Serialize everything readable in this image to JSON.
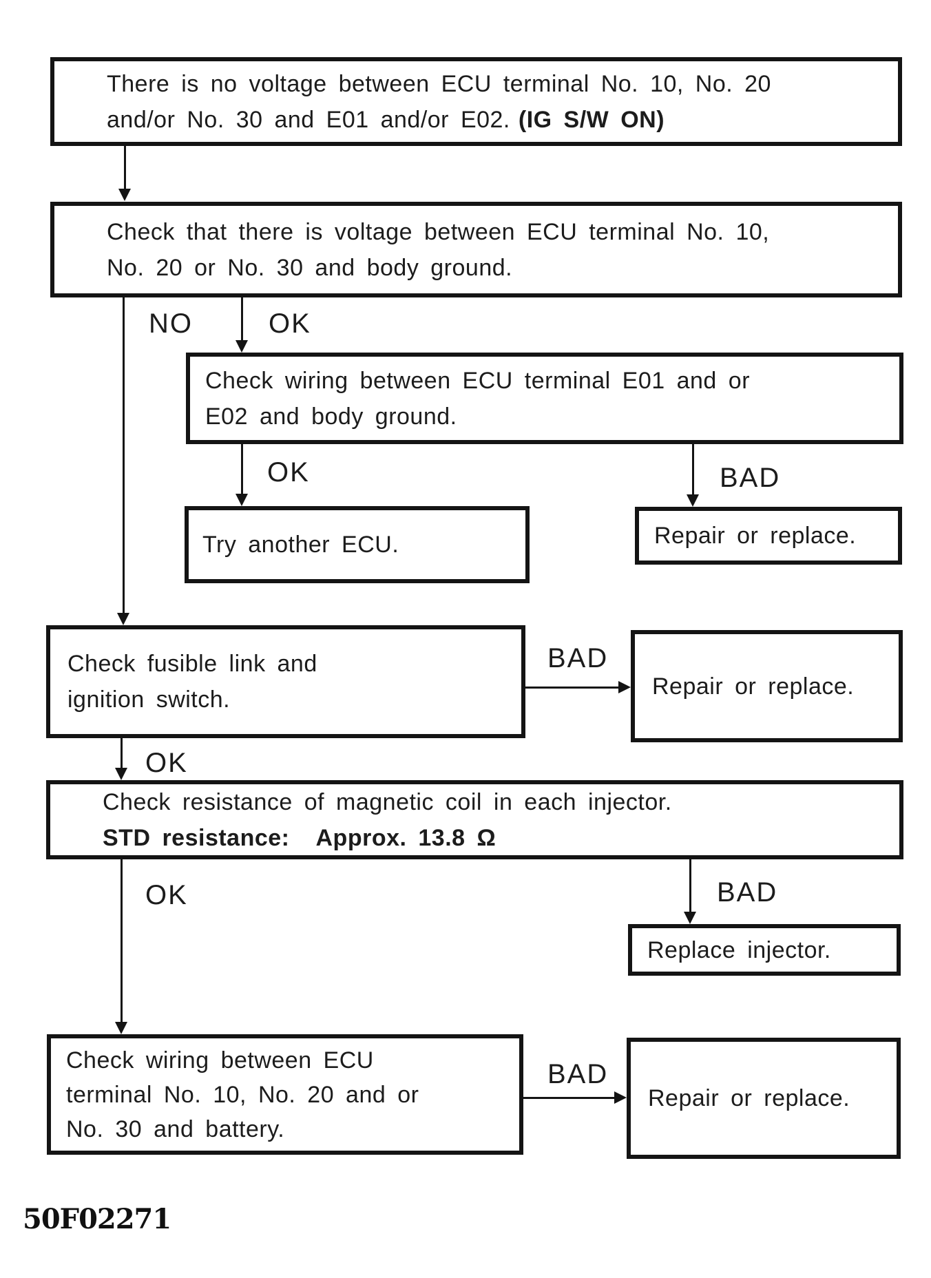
{
  "figure_code": "50F02271",
  "colors": {
    "ink": "#141414",
    "paper": "#ffffff"
  },
  "nodes": {
    "no_voltage": {
      "line1": "There is no voltage between ECU terminal No. 10, No. 20",
      "line2": "and/or No. 30 and E01 and/or E02.",
      "line2_bold": "(IG S/W ON)"
    },
    "check_voltage_body_ground": {
      "line1": "Check that there is voltage between ECU terminal No. 10,",
      "line2": "No. 20 or No. 30 and body ground."
    },
    "check_wiring_e01_e02": {
      "line1": "Check wiring between ECU terminal E01 and or",
      "line2": "E02 and body ground."
    },
    "try_another_ecu": {
      "line1": "Try another ECU."
    },
    "repair_or_replace_1": {
      "line1": "Repair or replace."
    },
    "check_fusible_link": {
      "line1": "Check fusible link and",
      "line2": "ignition switch."
    },
    "repair_or_replace_2": {
      "line1": "Repair or replace."
    },
    "check_injector_resistance": {
      "line1": "Check resistance of magnetic coil in each injector.",
      "std_label": "STD resistance:",
      "std_value": "Approx. 13.8 Ω"
    },
    "replace_injector": {
      "line1": "Replace injector."
    },
    "check_wiring_battery": {
      "line1": "Check wiring between ECU",
      "line2": "terminal No. 10, No. 20 and or",
      "line3": "No. 30 and battery."
    },
    "repair_or_replace_3": {
      "line1": "Repair or replace."
    }
  },
  "branch_labels": {
    "no_from_voltage_check": "NO",
    "ok_from_voltage_check": "OK",
    "ok_from_wiring_check": "OK",
    "bad_from_wiring_check": "BAD",
    "bad_from_fusible_check": "BAD",
    "ok_from_fusible_check": "OK",
    "ok_from_resistance_check": "OK",
    "bad_from_resistance_check": "BAD",
    "bad_from_battery_wiring_check": "BAD"
  }
}
